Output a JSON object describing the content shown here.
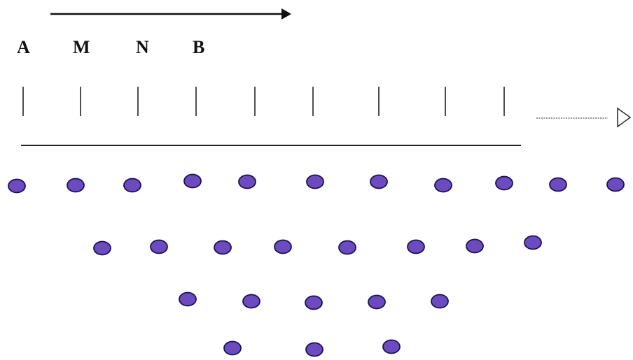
{
  "labels": {
    "a": "A",
    "m": "M",
    "n": "N",
    "b": "B"
  },
  "colors": {
    "dot_fill": "#6a4cc0",
    "dot_stroke": "#1e1050",
    "line": "#222222",
    "dotted_line": "#555555"
  },
  "icons": {
    "top_arrow": "arrow-right-icon",
    "open_arrow": "triangle-right-icon"
  }
}
